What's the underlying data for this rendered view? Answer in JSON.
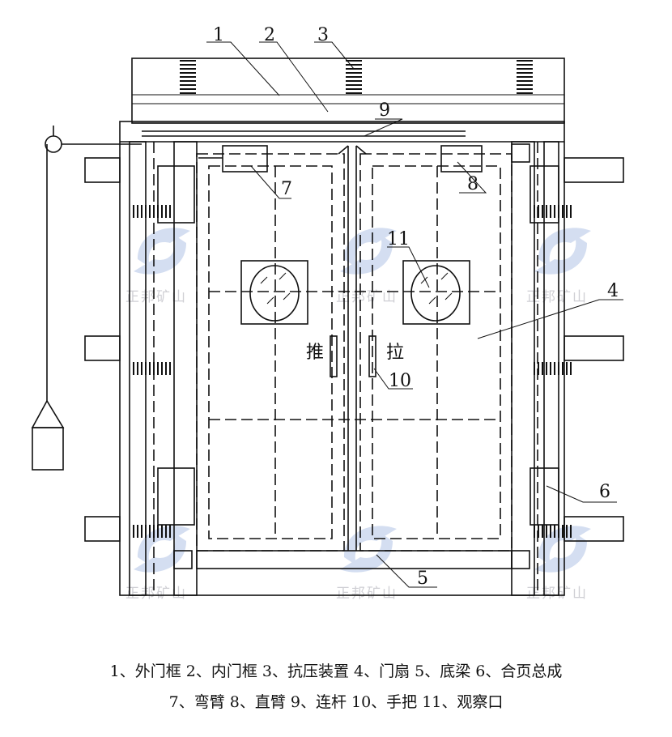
{
  "callouts": {
    "c1": "1",
    "c2": "2",
    "c3": "3",
    "c4": "4",
    "c5": "5",
    "c6": "6",
    "c7": "7",
    "c8": "8",
    "c9": "9",
    "c10": "10",
    "c11": "11"
  },
  "door_text": {
    "push": "推",
    "pull": "拉"
  },
  "watermark": "正邦矿山",
  "legend": {
    "line1": "1、外门框 2、内门框 3、抗压装置 4、门扇 5、底梁 6、合页总成",
    "line2": "7、弯臂 8、直臂 9、连杆 10、手把 11、观察口"
  },
  "colors": {
    "line": "#111111",
    "watermark_logo": "#b9c9e6",
    "watermark_text": "#cfcfd4"
  }
}
